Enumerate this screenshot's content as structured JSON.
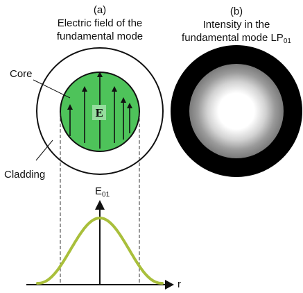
{
  "panel_a": {
    "letter": "(a)",
    "title_line1": "Electric field of the",
    "title_line2": "fundamental mode"
  },
  "panel_b": {
    "letter": "(b)",
    "title_line1": "Intensity in the",
    "title_line2_prefix": "fundamental mode LP",
    "title_line2_sub": "01"
  },
  "labels": {
    "core": "Core",
    "cladding": "Cladding",
    "field_vector": "E",
    "profile_axis_y": "E",
    "profile_axis_y_sub": "01",
    "profile_axis_x": "r"
  },
  "colors": {
    "core_fill": "#4ec35a",
    "field_box_fill": "#96dd9e",
    "profile_curve": "#a9bf3b",
    "intensity_ring": "#000000",
    "intensity_center": "#ffffff"
  },
  "profile": {
    "shape": "gaussian-like bell curve",
    "peak": 1.0
  }
}
